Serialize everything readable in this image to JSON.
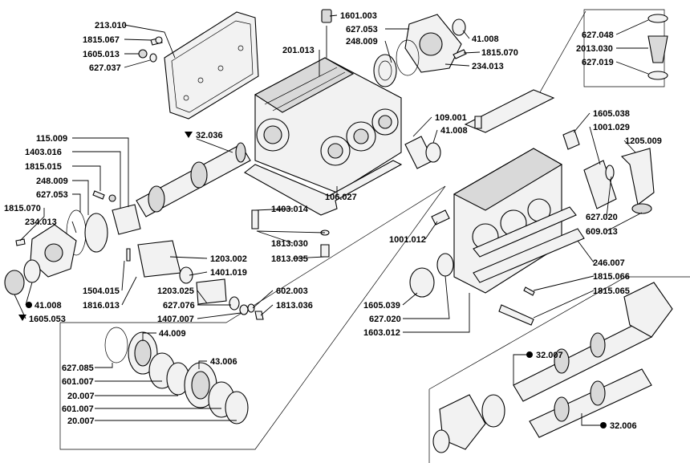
{
  "labels": {
    "p213010": "213.010",
    "p1815067": "1815.067",
    "p1605013": "1605.013",
    "p627037": "627.037",
    "p1601003": "1601.003",
    "p627053a": "627.053",
    "p248009a": "248.009",
    "p201013": "201.013",
    "p41008a": "41.008",
    "p1815070a": "1815.070",
    "p234013a": "234.013",
    "p627048": "627.048",
    "p2013030": "2013.030",
    "p627019": "627.019",
    "p32036": "32.036",
    "p115009": "115.009",
    "p1403016": "1403.016",
    "p1815015": "1815.015",
    "p248009b": "248.009",
    "p627053b": "627.053",
    "p1815070b": "1815.070",
    "p234013b": "234.013",
    "p109001": "109.001",
    "p41008b": "41.008",
    "p1605038": "1605.038",
    "p1001029": "1001.029",
    "p1205009": "1205.009",
    "p106027": "106.027",
    "p1403014": "1403.014",
    "p1813030": "1813.030",
    "p1813035": "1813.035",
    "p1001012": "1001.012",
    "p627020a": "627.020",
    "p609013": "609.013",
    "p1203002": "1203.002",
    "p1401019": "1401.019",
    "p246007": "246.007",
    "p1815066": "1815.066",
    "p1815065": "1815.065",
    "p1504015": "1504.015",
    "p1816013": "1816.013",
    "p1203025": "1203.025",
    "p627076": "627.076",
    "p1407007": "1407.007",
    "p602003": "602.003",
    "p1813036": "1813.036",
    "p41008c": "41.008",
    "p1605053": "1605.053",
    "p1605039": "1605.039",
    "p627020b": "627.020",
    "p1603012": "1603.012",
    "p44009": "44.009",
    "p627085": "627.085",
    "p601007a": "601.007",
    "p43006": "43.006",
    "p20007a": "20.007",
    "p601007b": "601.007",
    "p20007b": "20.007",
    "p32007": "32.007",
    "p32006": "32.006"
  }
}
